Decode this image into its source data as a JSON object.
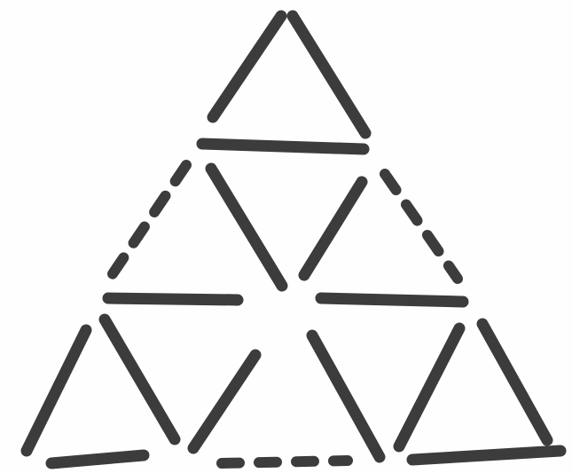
{
  "colors": {
    "background": "#fefefe",
    "ink": "#3c3c3c"
  },
  "figure": {
    "description_kind": "matchstick-triangle-puzzle",
    "solid_stick_count": 15,
    "dashed_segment_count": 3
  }
}
